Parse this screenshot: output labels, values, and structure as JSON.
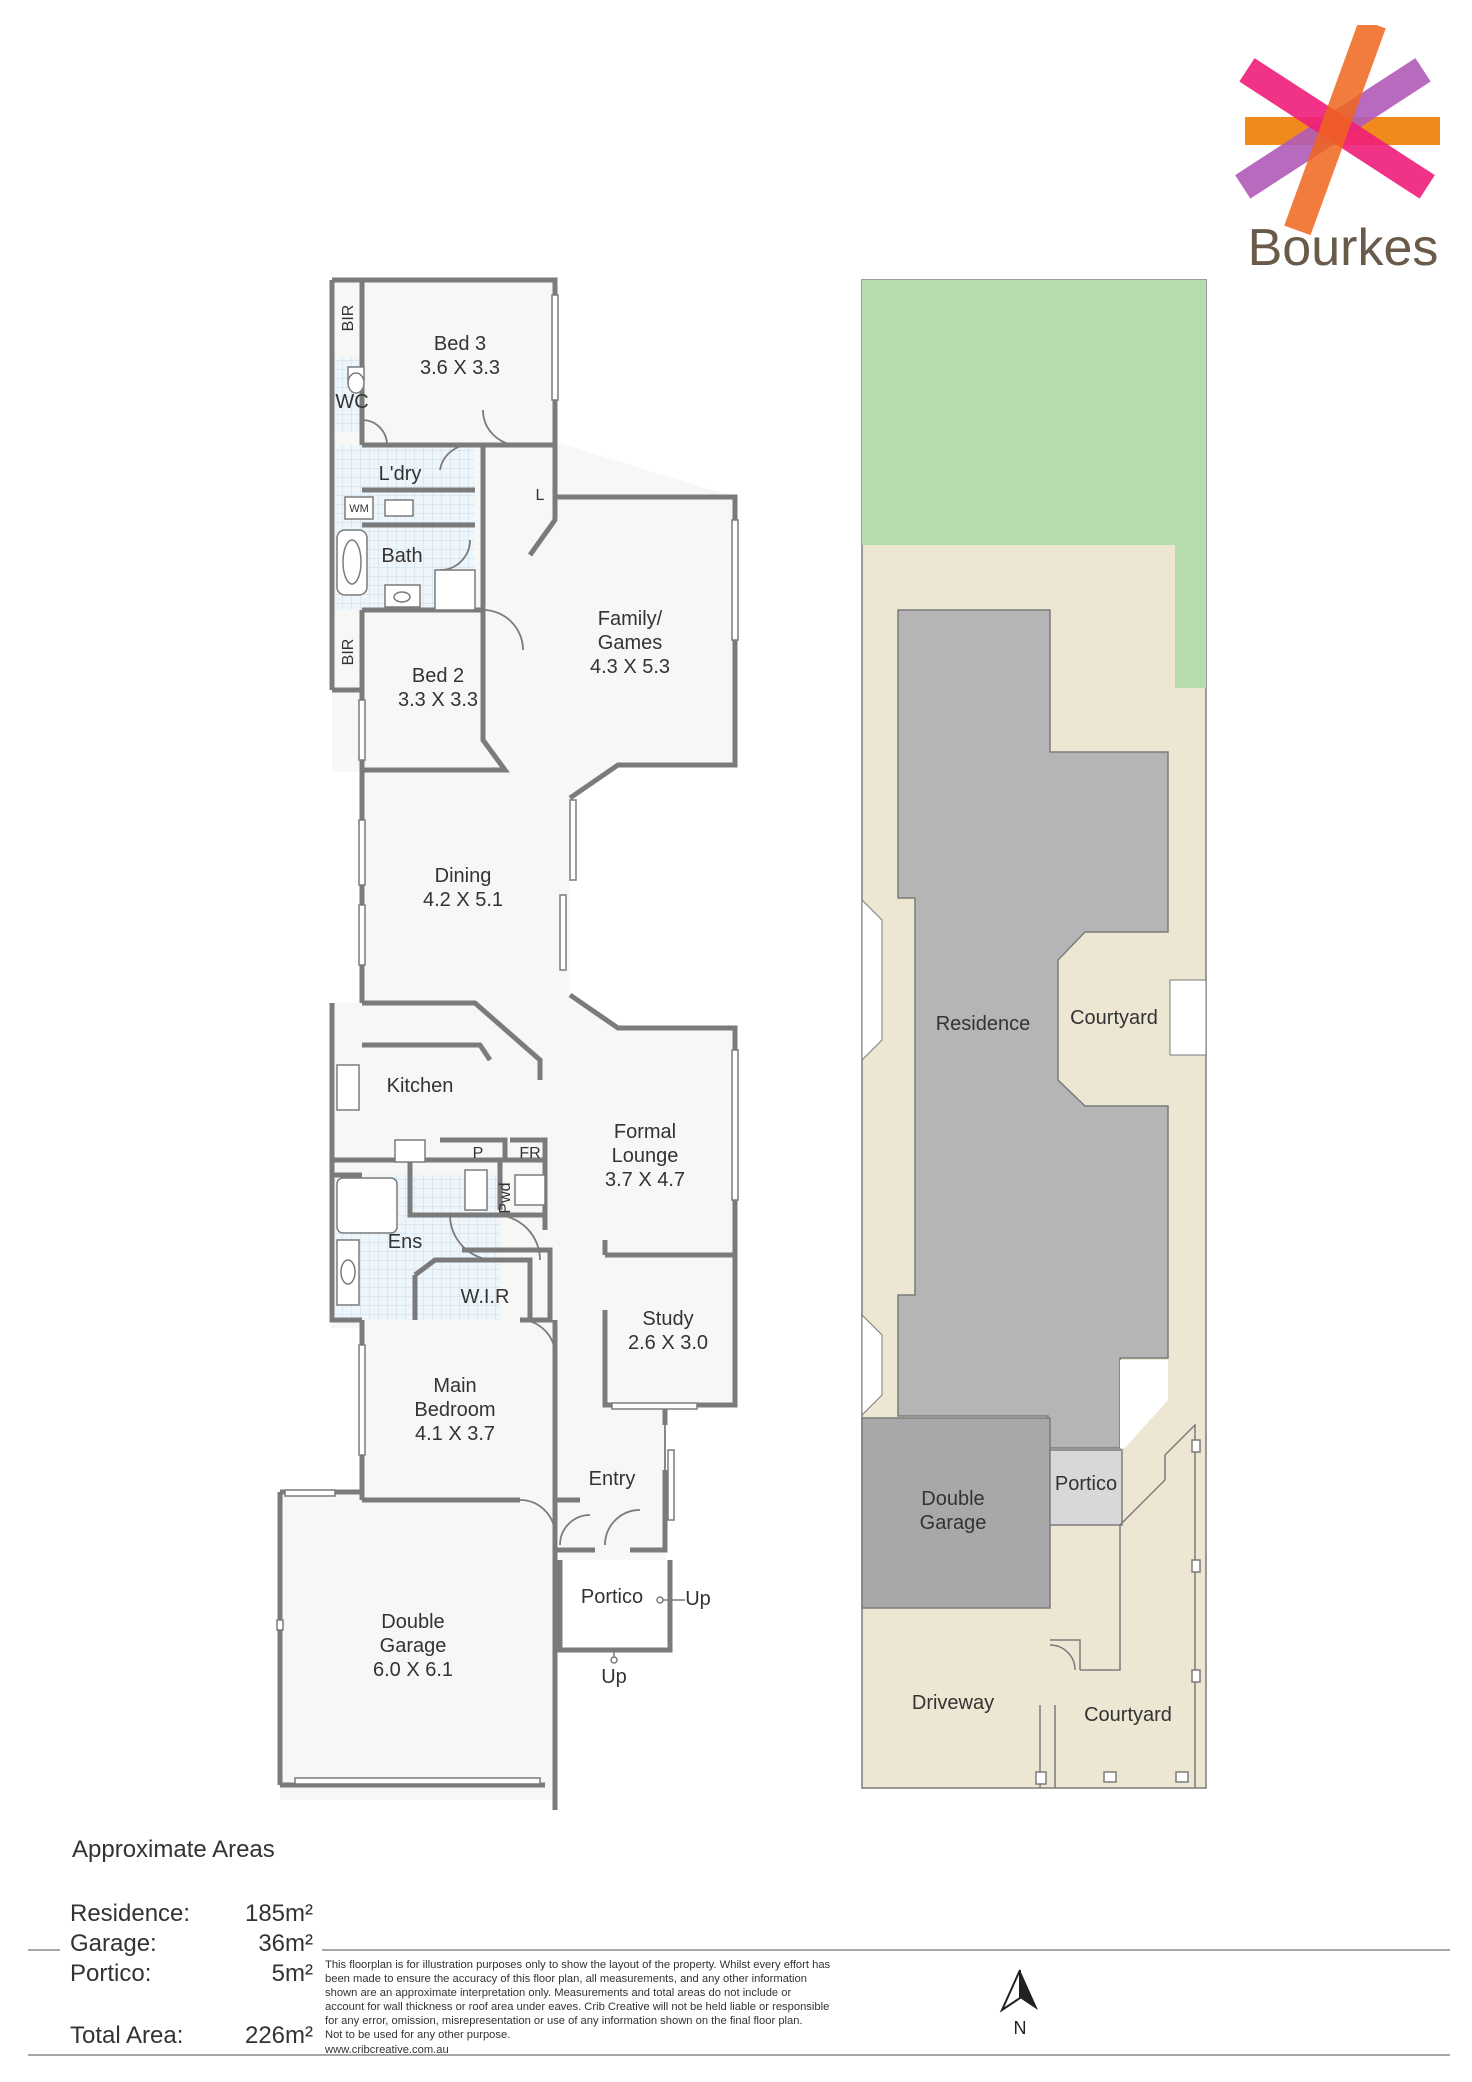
{
  "brand": {
    "name": "Bourkes"
  },
  "floorplan": {
    "rooms": [
      {
        "id": "bed3",
        "name": "Bed 3",
        "dims": "3.6 X 3.3"
      },
      {
        "id": "bir-top",
        "name": "BIR",
        "dims": ""
      },
      {
        "id": "wc",
        "name": "WC",
        "dims": ""
      },
      {
        "id": "ldry",
        "name": "L'dry",
        "dims": ""
      },
      {
        "id": "linen",
        "name": "L",
        "dims": ""
      },
      {
        "id": "wm",
        "name": "WM",
        "dims": ""
      },
      {
        "id": "bath",
        "name": "Bath",
        "dims": ""
      },
      {
        "id": "bir-bed2",
        "name": "BIR",
        "dims": ""
      },
      {
        "id": "bed2",
        "name": "Bed 2",
        "dims": "3.3 X 3.3"
      },
      {
        "id": "family",
        "name": "Family/\nGames",
        "dims": "4.3 X 5.3"
      },
      {
        "id": "dining",
        "name": "Dining",
        "dims": "4.2 X 5.1"
      },
      {
        "id": "kitchen",
        "name": "Kitchen",
        "dims": ""
      },
      {
        "id": "pantry",
        "name": "P",
        "dims": ""
      },
      {
        "id": "fridge",
        "name": "FR",
        "dims": ""
      },
      {
        "id": "pwd",
        "name": "Pwd",
        "dims": ""
      },
      {
        "id": "formal",
        "name": "Formal\nLounge",
        "dims": "3.7 X 4.7"
      },
      {
        "id": "ens",
        "name": "Ens",
        "dims": ""
      },
      {
        "id": "wir",
        "name": "W.I.R",
        "dims": ""
      },
      {
        "id": "study",
        "name": "Study",
        "dims": "2.6 X 3.0"
      },
      {
        "id": "main",
        "name": "Main\nBedroom",
        "dims": "4.1 X 3.7"
      },
      {
        "id": "entry",
        "name": "Entry",
        "dims": ""
      },
      {
        "id": "portico",
        "name": "Portico",
        "dims": ""
      },
      {
        "id": "up1",
        "name": "Up",
        "dims": ""
      },
      {
        "id": "up2",
        "name": "Up",
        "dims": ""
      },
      {
        "id": "garage",
        "name": "Double\nGarage",
        "dims": "6.0 X 6.1"
      }
    ]
  },
  "siteplan": {
    "labels": [
      {
        "id": "residence",
        "text": "Residence"
      },
      {
        "id": "courtyard-side",
        "text": "Courtyard"
      },
      {
        "id": "site-garage",
        "text": "Double\nGarage"
      },
      {
        "id": "site-portico",
        "text": "Portico"
      },
      {
        "id": "driveway",
        "text": "Driveway"
      },
      {
        "id": "courtyard-front",
        "text": "Courtyard"
      }
    ],
    "colors": {
      "lawn": "#b6dcab",
      "paving": "#ede6d3",
      "building": "#b5b5b5"
    },
    "north_label": "N"
  },
  "areas": {
    "heading": "Approximate Areas",
    "rows": [
      {
        "label": "Residence:",
        "value": "185m²"
      },
      {
        "label": "Garage:",
        "value": "36m²"
      },
      {
        "label": "Portico:",
        "value": "5m²"
      }
    ],
    "total": {
      "label": "Total Area:",
      "value": "226m²"
    }
  },
  "disclaimer": [
    "This floorplan is for illustration purposes only to show the layout of the property. Whilst every effort has",
    "been made to ensure the accuracy of this floor plan, all measurements, and any other information",
    "shown are an approximate interpretation only. Measurements and total areas do not include or",
    "account for wall thickness or roof area under eaves. Crib Creative will not be held liable or responsible",
    "for any error, omission, misrepresentation or use of any information shown on the final floor plan.",
    "Not to be used for any other purpose.",
    "www.cribcreative.com.au"
  ]
}
